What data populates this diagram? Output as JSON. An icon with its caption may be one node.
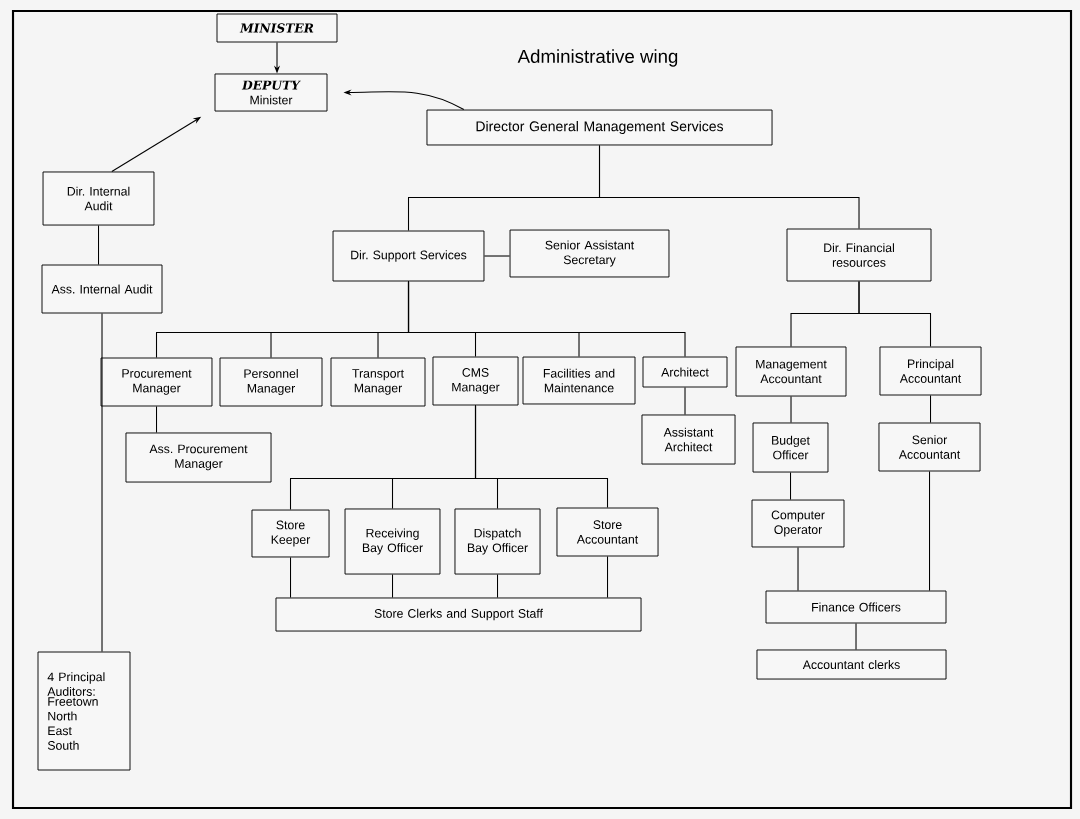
{
  "diagram": {
    "title": "Administrative wing",
    "nodes": [
      {
        "text": [
          "MINISTER"
        ]
      },
      {
        "text": [
          "DEPUTY",
          "Minister"
        ]
      },
      {
        "text": [
          "Director General Management Services"
        ]
      },
      {
        "text": [
          "Dir. Internal Audit"
        ]
      },
      {
        "text": [
          "Ass. Internal Audit"
        ]
      },
      {
        "text": [
          "Dir. Support Services"
        ]
      },
      {
        "text": [
          "Senior Assistant Secretary"
        ]
      },
      {
        "text": [
          "Dir. Financial resources"
        ]
      },
      {
        "text": [
          "Procurement Manager"
        ]
      },
      {
        "text": [
          "Personnel Manager"
        ]
      },
      {
        "text": [
          "Transport Manager"
        ]
      },
      {
        "text": [
          "CMS Manager"
        ]
      },
      {
        "text": [
          "Facilities and Maintenance"
        ]
      },
      {
        "text": [
          "Architect"
        ]
      },
      {
        "text": [
          "Management Accountant"
        ]
      },
      {
        "text": [
          "Principal Accountant"
        ]
      },
      {
        "text": [
          "Ass. Procurement Manager"
        ]
      },
      {
        "text": [
          "Assistant Architect"
        ]
      },
      {
        "text": [
          "Budget Officer"
        ]
      },
      {
        "text": [
          "Senior Accountant"
        ]
      },
      {
        "text": [
          "Store Keeper"
        ]
      },
      {
        "text": [
          "Receiving Bay Officer"
        ]
      },
      {
        "text": [
          "Dispatch Bay Officer"
        ]
      },
      {
        "text": [
          "Store Accountant"
        ]
      },
      {
        "text": [
          "Computer Operator"
        ]
      },
      {
        "text": [
          "Store Clerks and Support Staff"
        ]
      },
      {
        "text": [
          "Finance Officers"
        ]
      },
      {
        "text": [
          "Accountant clerks"
        ]
      },
      {
        "text": [
          "4 Principal Auditors:",
          "Freetown North East South"
        ]
      }
    ],
    "edges": [
      {
        "from": 0,
        "to": 1,
        "arrow": "to"
      },
      {
        "from": 2,
        "to": 1,
        "arrow": "to"
      },
      {
        "from": 3,
        "to": 1,
        "arrow": "to"
      },
      {
        "from": 3,
        "to": 4,
        "arrow": "none"
      },
      {
        "from": 4,
        "to": 28,
        "arrow": "none"
      },
      {
        "from": 2,
        "to": 5,
        "arrow": "none"
      },
      {
        "from": 2,
        "to": 7,
        "arrow": "none"
      },
      {
        "from": 5,
        "to": 6,
        "arrow": "none"
      },
      {
        "from": 5,
        "to": 8,
        "arrow": "none"
      },
      {
        "from": 5,
        "to": 9,
        "arrow": "none"
      },
      {
        "from": 5,
        "to": 10,
        "arrow": "none"
      },
      {
        "from": 5,
        "to": 11,
        "arrow": "none"
      },
      {
        "from": 5,
        "to": 12,
        "arrow": "none"
      },
      {
        "from": 5,
        "to": 13,
        "arrow": "none"
      },
      {
        "from": 7,
        "to": 14,
        "arrow": "none"
      },
      {
        "from": 7,
        "to": 15,
        "arrow": "none"
      },
      {
        "from": 8,
        "to": 16,
        "arrow": "none"
      },
      {
        "from": 13,
        "to": 17,
        "arrow": "none"
      },
      {
        "from": 14,
        "to": 18,
        "arrow": "none"
      },
      {
        "from": 15,
        "to": 19,
        "arrow": "none"
      },
      {
        "from": 11,
        "to": 20,
        "arrow": "none"
      },
      {
        "from": 11,
        "to": 21,
        "arrow": "none"
      },
      {
        "from": 11,
        "to": 22,
        "arrow": "none"
      },
      {
        "from": 11,
        "to": 23,
        "arrow": "none"
      },
      {
        "from": 18,
        "to": 24,
        "arrow": "none"
      },
      {
        "from": 20,
        "to": 25,
        "arrow": "none"
      },
      {
        "from": 21,
        "to": 25,
        "arrow": "none"
      },
      {
        "from": 22,
        "to": 25,
        "arrow": "none"
      },
      {
        "from": 23,
        "to": 25,
        "arrow": "none"
      },
      {
        "from": 24,
        "to": 26,
        "arrow": "none"
      },
      {
        "from": 19,
        "to": 26,
        "arrow": "none"
      },
      {
        "from": 26,
        "to": 27,
        "arrow": "none"
      }
    ]
  }
}
